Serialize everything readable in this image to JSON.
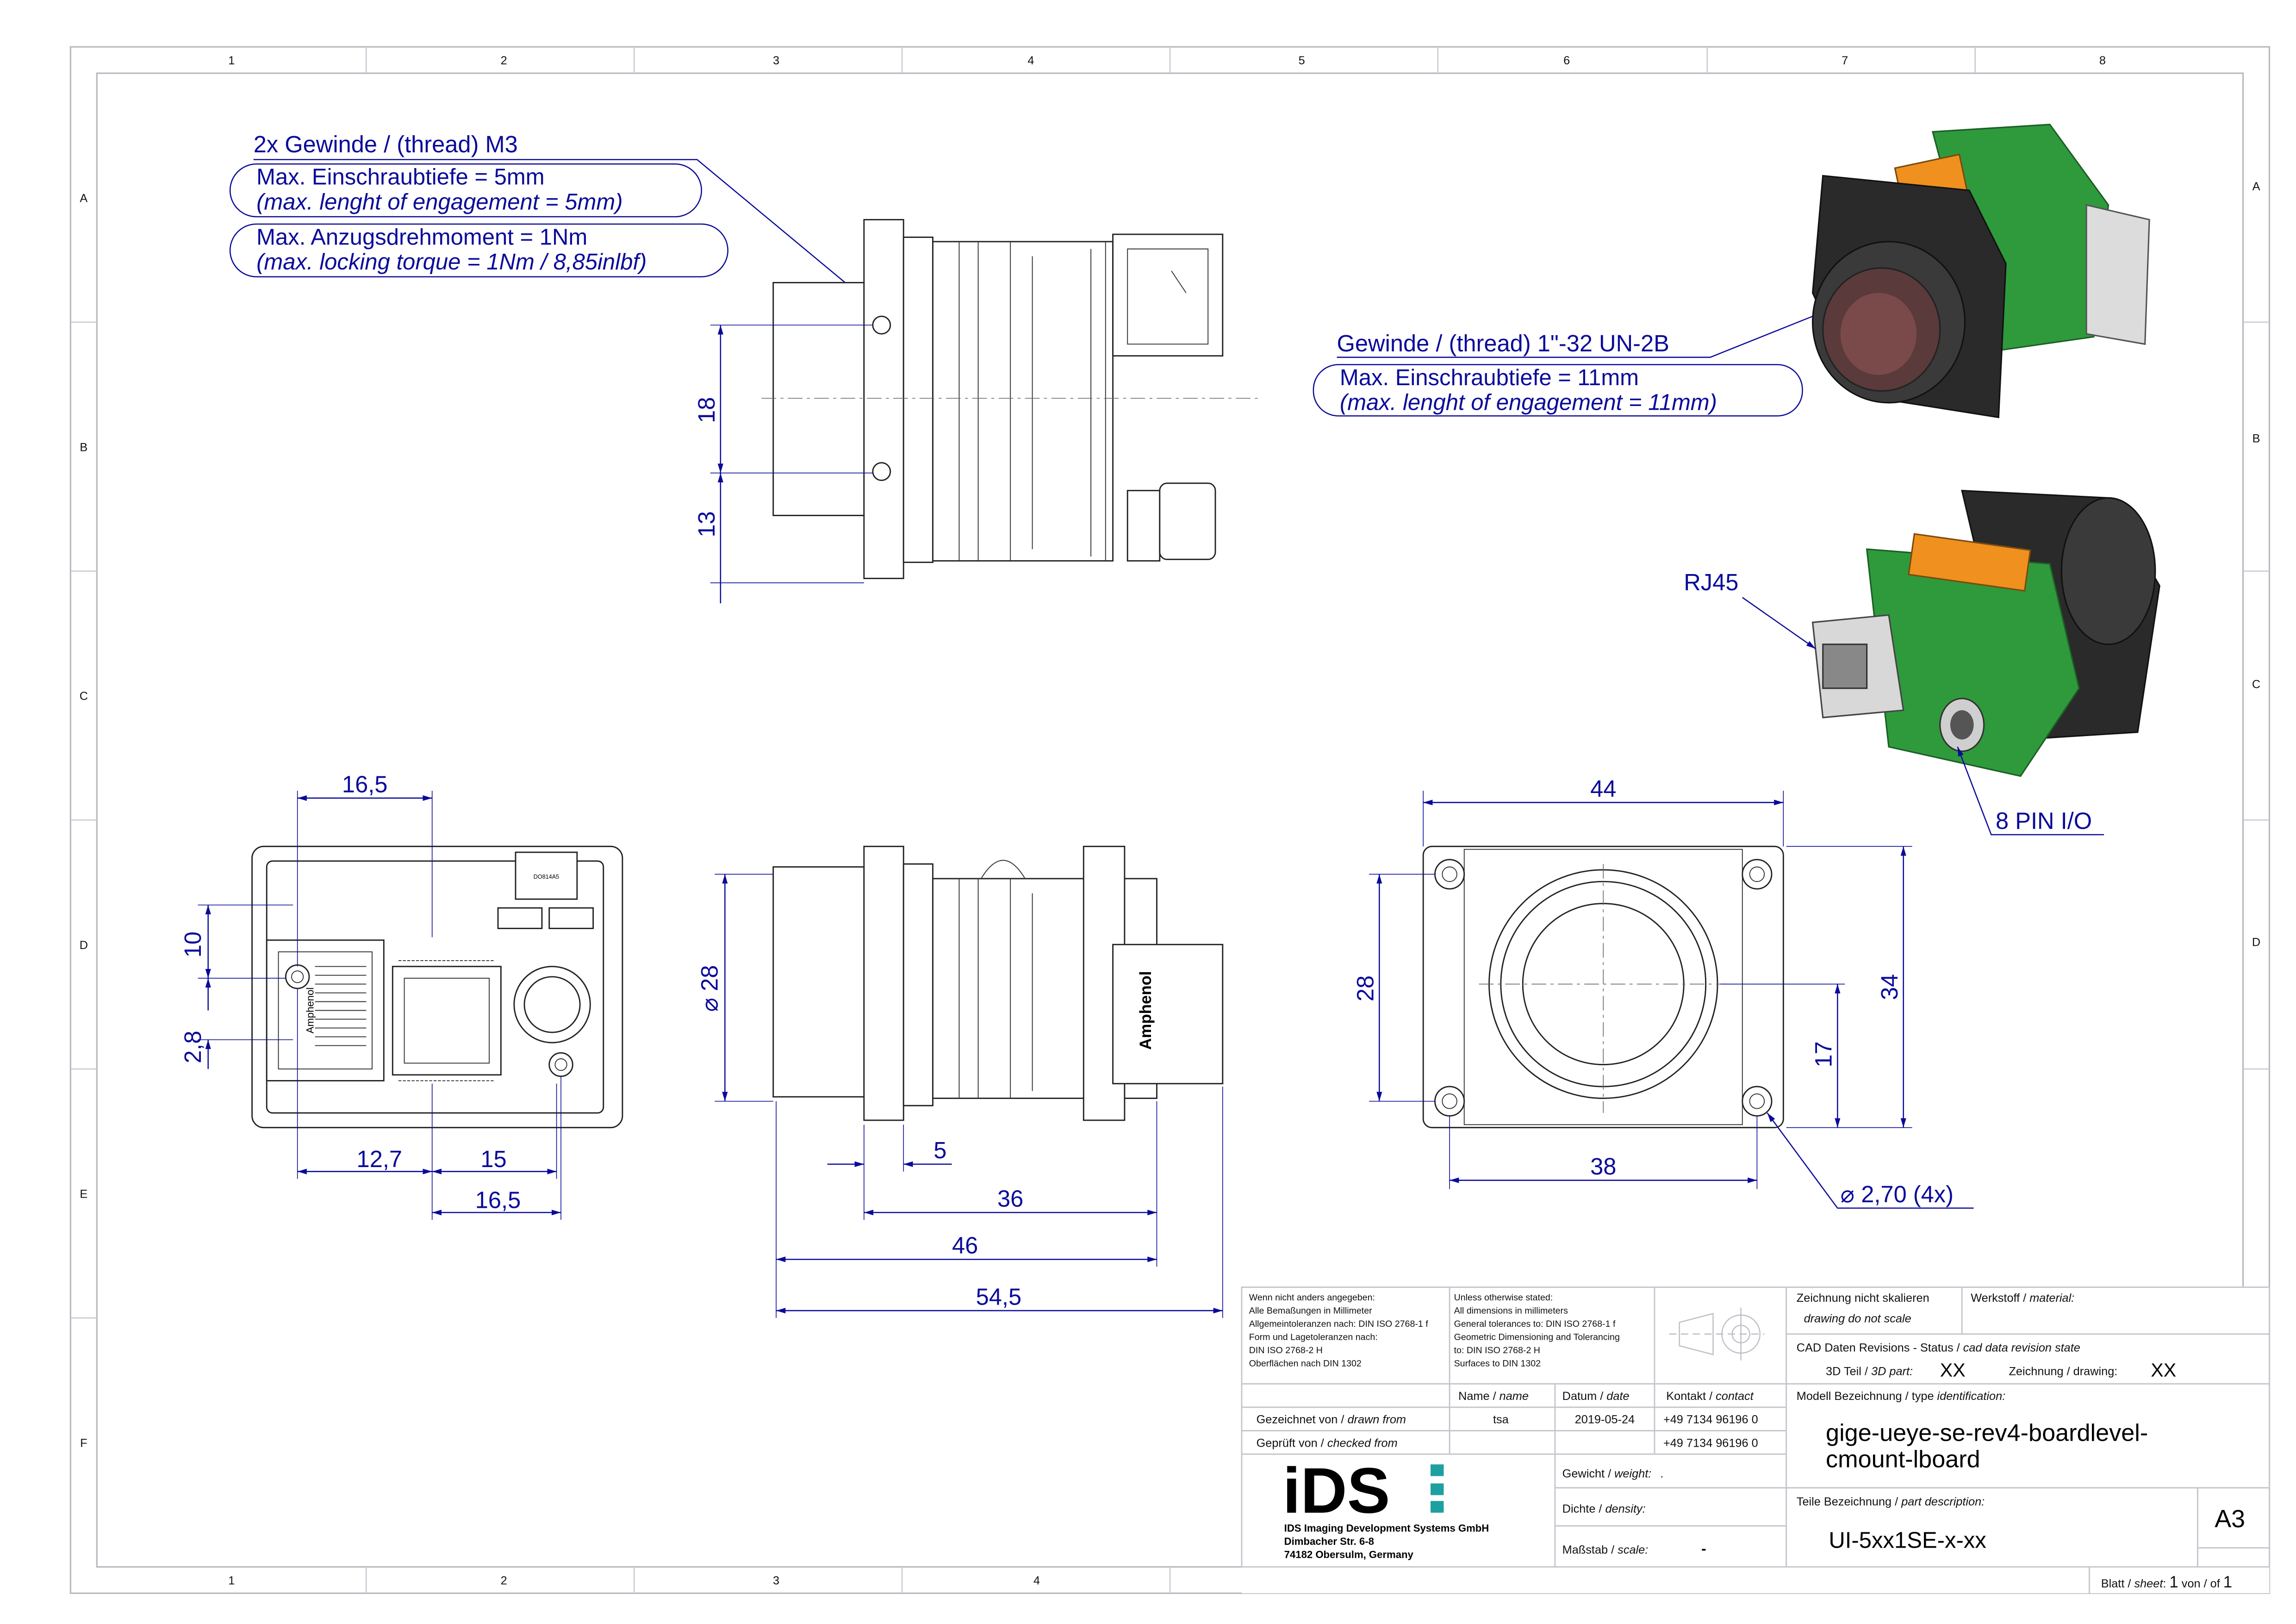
{
  "frame": {
    "columns": [
      "1",
      "2",
      "3",
      "4",
      "5",
      "6",
      "7",
      "8"
    ],
    "bottom_columns": [
      "1",
      "2",
      "3",
      "4"
    ],
    "rows": [
      "A",
      "B",
      "C",
      "D",
      "E",
      "F"
    ],
    "right_rows": [
      "A",
      "B",
      "C",
      "D"
    ]
  },
  "callouts": {
    "m3_thread": "2x Gewinde / (thread) M3",
    "m3_depth_de": "Max. Einschraubtiefe = 5mm",
    "m3_depth_en": "(max. lenght of engagement = 5mm)",
    "m3_torque_de": "Max. Anzugsdrehmoment = 1Nm",
    "m3_torque_en": "(max. locking torque = 1Nm / 8,85inlbf)",
    "cmount_thread": "Gewinde / (thread) 1\"-32 UN-2B",
    "cmount_depth_de": "Max. Einschraubtiefe = 11mm",
    "cmount_depth_en": "(max. lenght of engagement = 11mm)",
    "rj45": "RJ45",
    "io": "8 PIN I/O"
  },
  "dimensions": {
    "side_top": {
      "d18": "18",
      "d13": "13"
    },
    "back": {
      "top": "16,5",
      "v10": "10",
      "v28": "2,8",
      "b127": "12,7",
      "b15": "15",
      "b165": "16,5"
    },
    "side_bottom": {
      "dia28": "⌀ 28",
      "d5": "5",
      "d36": "36",
      "d46": "46",
      "d545": "54,5"
    },
    "front": {
      "w44": "44",
      "w38": "38",
      "h28": "28",
      "h34": "34",
      "h17": "17",
      "holes": "⌀ 2,70 (4x)"
    }
  },
  "parts": {
    "connector_brand": "Amphenol",
    "chip_label": "DO814A5"
  },
  "title_block": {
    "notes_de": [
      "Wenn nicht anders angegeben:",
      "Alle Bemaßungen in Millimeter",
      "Allgemeintoleranzen nach: DIN ISO 2768-1 f",
      "Form und Lagetoleranzen nach:",
      "DIN ISO 2768-2 H",
      "Oberflächen nach DIN 1302"
    ],
    "notes_en": [
      "Unless otherwise stated:",
      "All dimensions in millimeters",
      "General tolerances to: DIN ISO 2768-1 f",
      "Geometric Dimensioning and Tolerancing",
      "to: DIN ISO 2768-2 H",
      "Surfaces to DIN 1302"
    ],
    "hdr_name": "Name / ",
    "hdr_name_it": "name",
    "hdr_date": "Datum / ",
    "hdr_date_it": "date",
    "hdr_contact": "Kontakt / ",
    "hdr_contact_it": "contact",
    "drawn_label": "Gezeichnet von / ",
    "drawn_label_it": "drawn from",
    "drawn_name": "tsa",
    "drawn_date": "2019-05-24",
    "drawn_contact": "+49 7134 96196 0",
    "checked_label": "Geprüft von / ",
    "checked_label_it": "checked from",
    "checked_contact": "+49 7134 96196 0",
    "logo_text": "iDS",
    "company": [
      "IDS Imaging Development Systems GmbH",
      "Dimbacher Str. 6-8",
      "74182 Obersulm, Germany"
    ],
    "weight_label": "Gewicht / ",
    "weight_label_it": "weight:",
    "weight_value": ".",
    "density_label": "Dichte / ",
    "density_label_it": "density:",
    "scale_label": "Maßstab / ",
    "scale_label_it": "scale:",
    "scale_value": "-",
    "no_scale_de": "Zeichnung nicht skalieren",
    "no_scale_en": "drawing do not scale",
    "material_label": "Werkstoff / ",
    "material_label_it": "material:",
    "cad_label": "CAD Daten Revisions - Status / ",
    "cad_label_it": "cad data revision state",
    "part3d_label": "3D Teil / ",
    "part3d_label_it": "3D part:",
    "part3d_value": "XX",
    "drawing_label": "Zeichnung / drawing:",
    "drawing_value": "XX",
    "model_label": "Modell Bezeichnung / type ",
    "model_label_it": "identification:",
    "model_line1": "gige-ueye-se-rev4-boardlevel-",
    "model_line2": "cmount-lboard",
    "part_label": "Teile Bezeichnung / ",
    "part_label_it": "part description:",
    "part_value": "UI-5xx1SE-x-xx",
    "format": "A3",
    "sheet_label": "Blatt / ",
    "sheet_label_it": "sheet",
    "sheet_num": "1",
    "sheet_of": "von / of",
    "sheet_total": "1"
  },
  "colors": {
    "dimension": "#0a0a9a",
    "pcb": "#2e9a3c",
    "logo_accent": "#1fa0a0"
  }
}
